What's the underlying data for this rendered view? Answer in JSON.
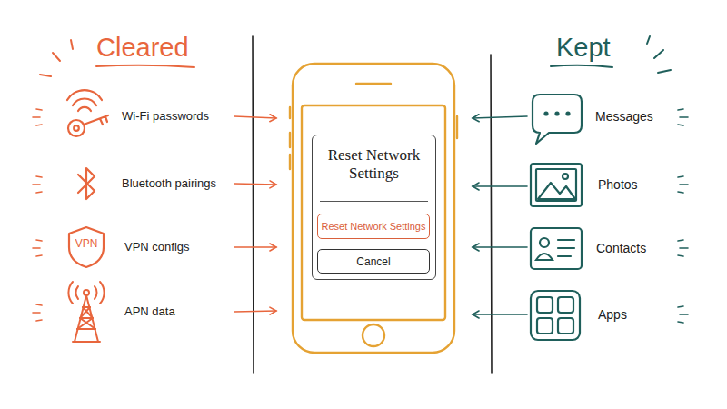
{
  "diagram": {
    "nodes": [
      {
        "text": [
          "Reset Network Settings"
        ]
      },
      {
        "text": [
          "Reset Network Settings"
        ],
        "in": 0
      },
      {
        "text": [
          "Cancel"
        ],
        "in": 0
      },
      {
        "text": [
          "VPN"
        ]
      }
    ],
    "labels": [
      "Cleared",
      "Kept",
      "Wi-Fi passwords",
      "Bluetooth pairings",
      "VPN configs",
      "APN data",
      "Messages",
      "Photos",
      "Contacts",
      "Apps"
    ]
  }
}
